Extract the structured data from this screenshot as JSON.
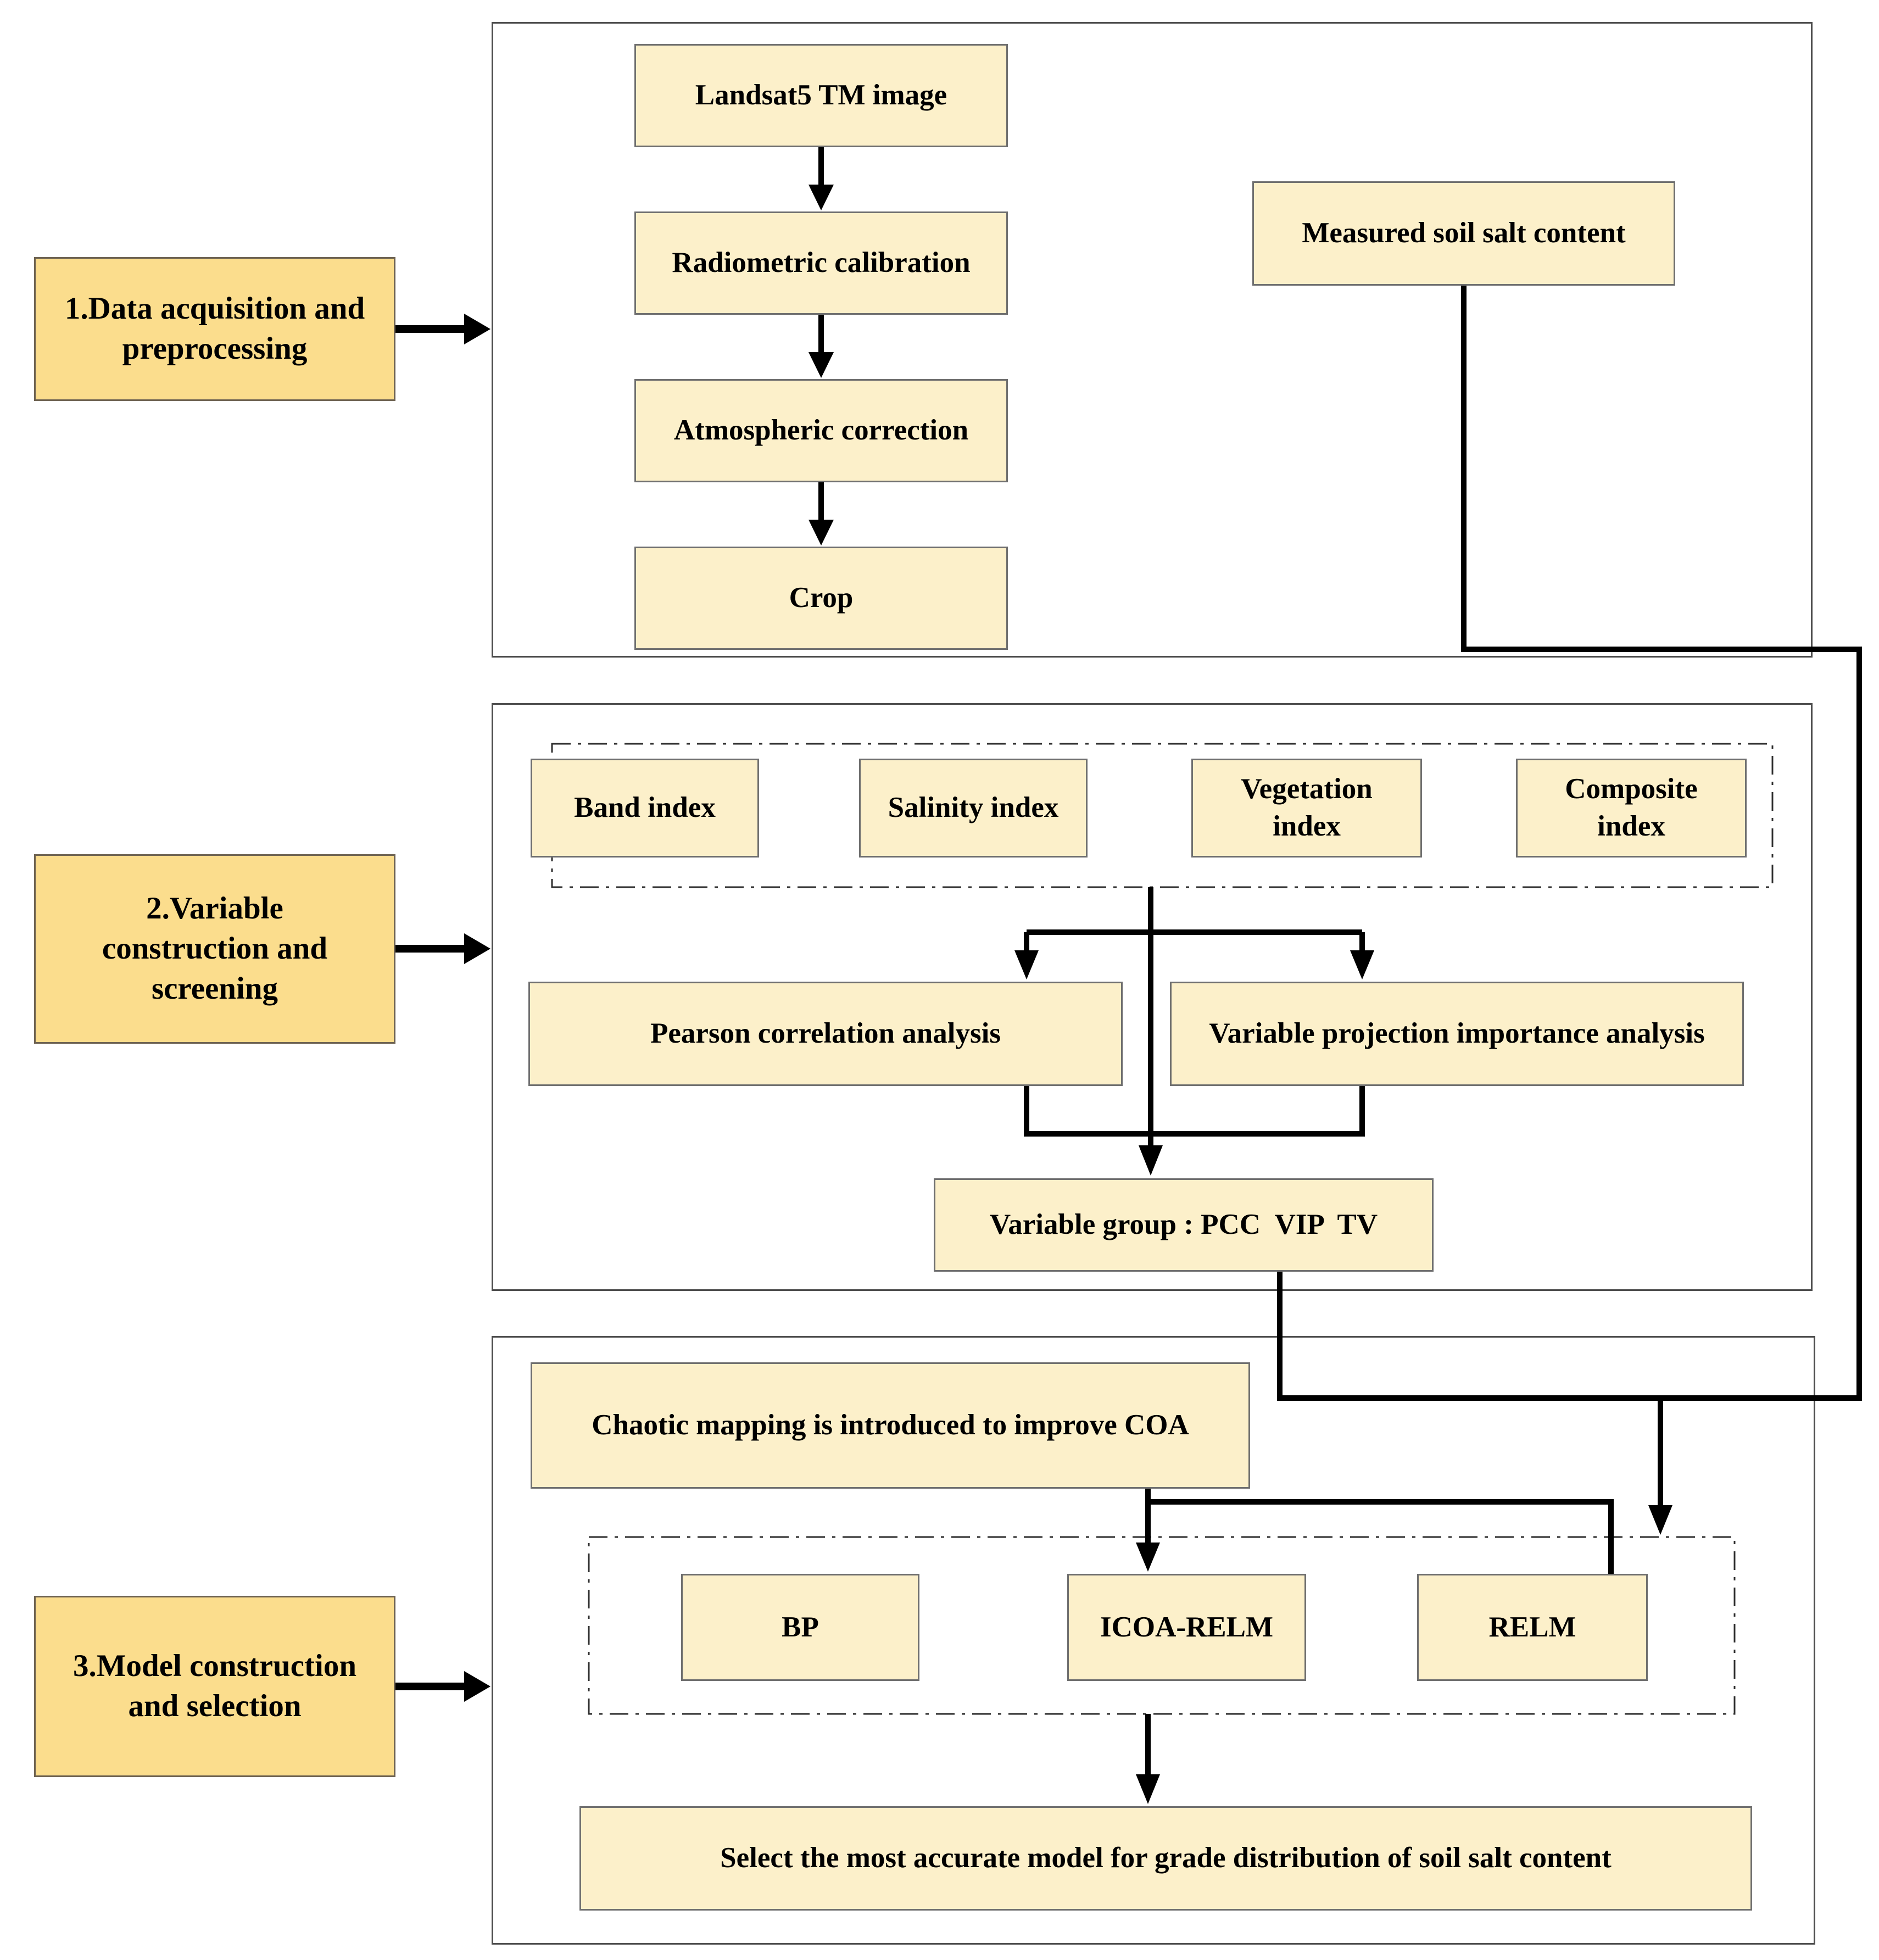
{
  "colors": {
    "stage_fill": "#fbdd8d",
    "flow_fill": "#fcf0ca",
    "line": "#000000",
    "container_border": "#4d4d4d"
  },
  "stages": [
    {
      "label": "1.Data acquisition and\npreprocessing"
    },
    {
      "label": "2.Variable\nconstruction and\nscreening"
    },
    {
      "label": "3.Model construction\nand selection"
    }
  ],
  "section1": {
    "landsat": "Landsat5 TM image",
    "radiometric": "Radiometric calibration",
    "atmospheric": "Atmospheric correction",
    "crop": "Crop",
    "measured": "Measured soil salt content"
  },
  "section2": {
    "index_boxes": {
      "band": "Band index",
      "salinity": "Salinity index",
      "vegetation": "Vegetation\nindex",
      "composite": "Composite\nindex"
    },
    "pearson": "Pearson correlation analysis",
    "vpi": "Variable projection importance analysis",
    "variable_group": "Variable group : PCC  VIP  TV"
  },
  "section3": {
    "chaotic": "Chaotic mapping is introduced to improve COA",
    "models": {
      "bp": "BP",
      "icoa_relm": "ICOA-RELM",
      "relm": "RELM"
    },
    "select": "Select the most accurate model for grade distribution of soil salt content"
  }
}
